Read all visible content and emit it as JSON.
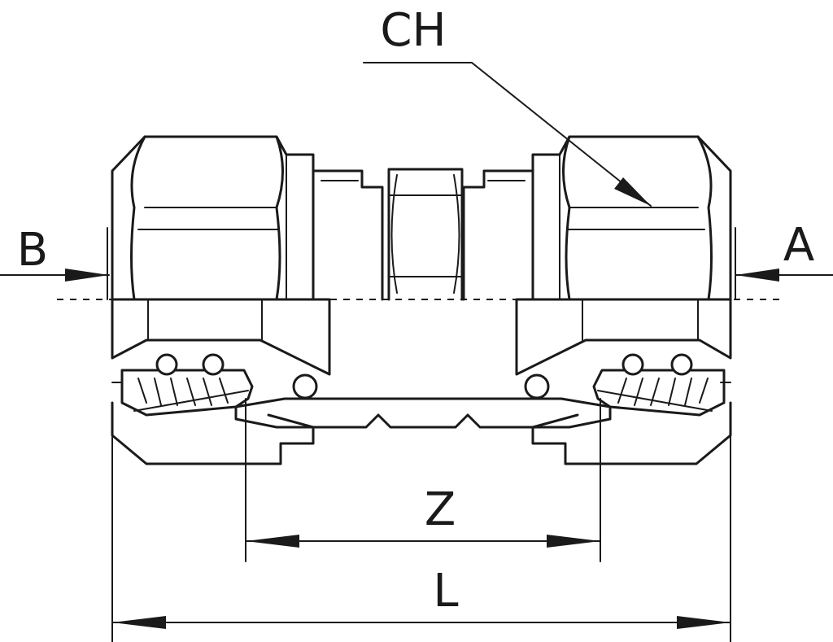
{
  "drawing": {
    "labels": {
      "ch": "CH",
      "a": "A",
      "b": "B",
      "z": "Z",
      "l": "L"
    },
    "ink_color": "#1a1a1a",
    "paper_color": "#ffffff"
  }
}
